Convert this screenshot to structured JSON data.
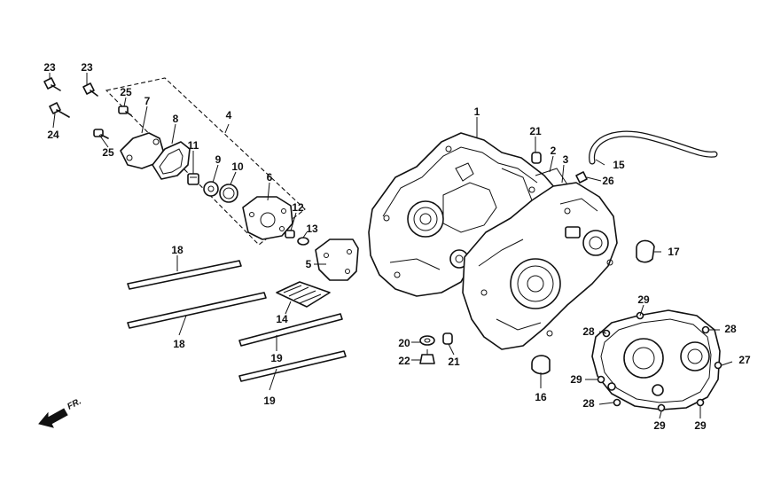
{
  "diagram": {
    "callouts": {
      "c1": "1",
      "c2": "2",
      "c3": "3",
      "c4": "4",
      "c5": "5",
      "c6": "6",
      "c7": "7",
      "c8": "8",
      "c9": "9",
      "c10": "10",
      "c11": "11",
      "c12": "12",
      "c13": "13",
      "c14": "14",
      "c15": "15",
      "c16": "16",
      "c17": "17",
      "c18a": "18",
      "c18b": "18",
      "c19a": "19",
      "c19b": "19",
      "c20": "20",
      "c21a": "21",
      "c21b": "21",
      "c22": "22",
      "c23a": "23",
      "c23b": "23",
      "c24": "24",
      "c25a": "25",
      "c25b": "25",
      "c26": "26",
      "c27": "27",
      "c28a": "28",
      "c28b": "28",
      "c28c": "28",
      "c29a": "29",
      "c29b": "29",
      "c29c": "29",
      "c29d": "29"
    },
    "direction_label": "FR."
  }
}
